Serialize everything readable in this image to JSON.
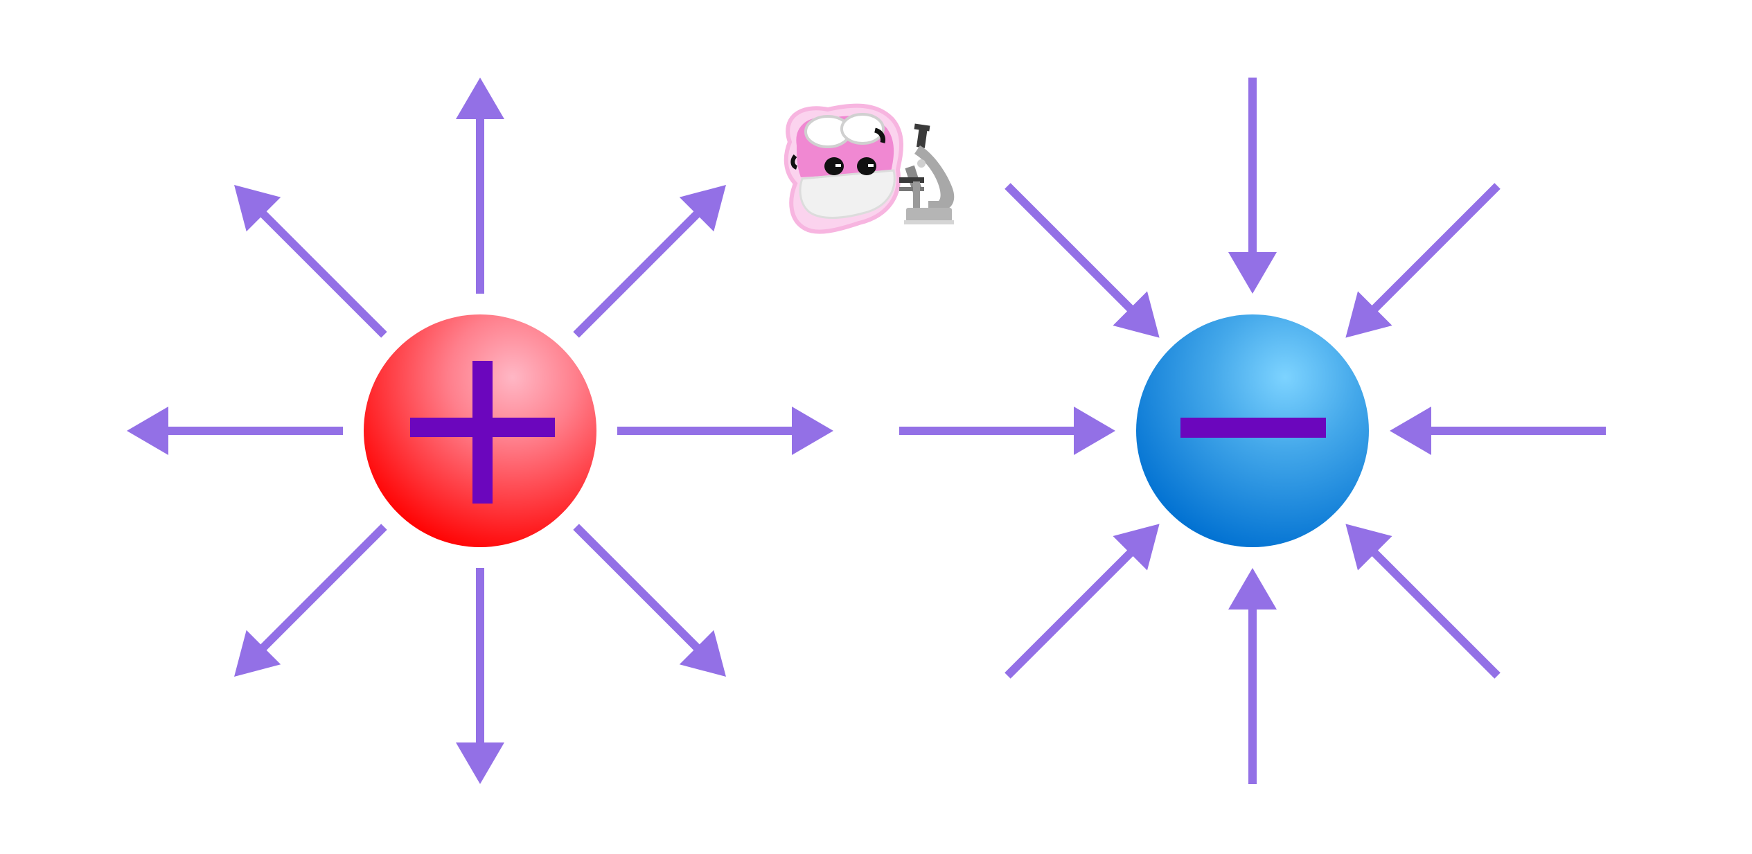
{
  "diagram": {
    "colors": {
      "arrow": "#9370e6",
      "sign": "#6b06bd",
      "positive_light": "#ffb7c5",
      "positive_dark": "#ff0000",
      "negative_light": "#7dd3ff",
      "negative_dark": "#0070d1"
    },
    "positive_charge": {
      "sign": "plus",
      "field_direction": "outward",
      "arrow_count": 8
    },
    "negative_charge": {
      "sign": "minus",
      "field_direction": "inward",
      "arrow_count": 8
    },
    "mascot": {
      "icon": "scientist-character-with-microscope-icon"
    }
  }
}
